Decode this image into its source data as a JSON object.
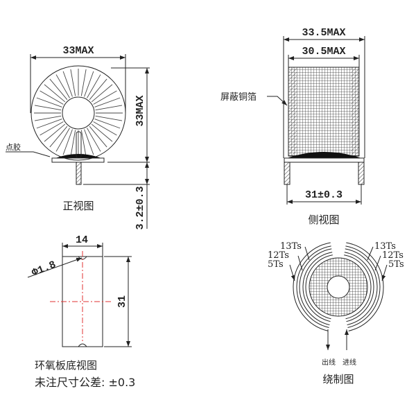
{
  "front_view": {
    "caption": "正视图",
    "width_dim": "33MAX",
    "height_dim": "33MAX",
    "pin_dim": "3.2±0.3",
    "glue_label": "点胶"
  },
  "side_view": {
    "caption": "侧视图",
    "outer_dim": "33.5MAX",
    "inner_dim": "30.5MAX",
    "pin_pitch_dim": "31±0.3",
    "shield_label": "屏蔽铜箔"
  },
  "bottom_view": {
    "caption": "环氧板底视图",
    "width_dim": "14",
    "hole_dim": "Φ1.8",
    "length_dim": "31"
  },
  "winding_view": {
    "caption": "绕制图",
    "left_labels": [
      "13Ts",
      "12Ts",
      "5Ts"
    ],
    "right_labels": [
      "13Ts",
      "12Ts",
      "5Ts"
    ],
    "out_label": "出线",
    "in_label": "进线"
  },
  "note": "未注尺寸公差: ±0.3",
  "colors": {
    "line": "#222222",
    "centerline": "#e03030"
  }
}
